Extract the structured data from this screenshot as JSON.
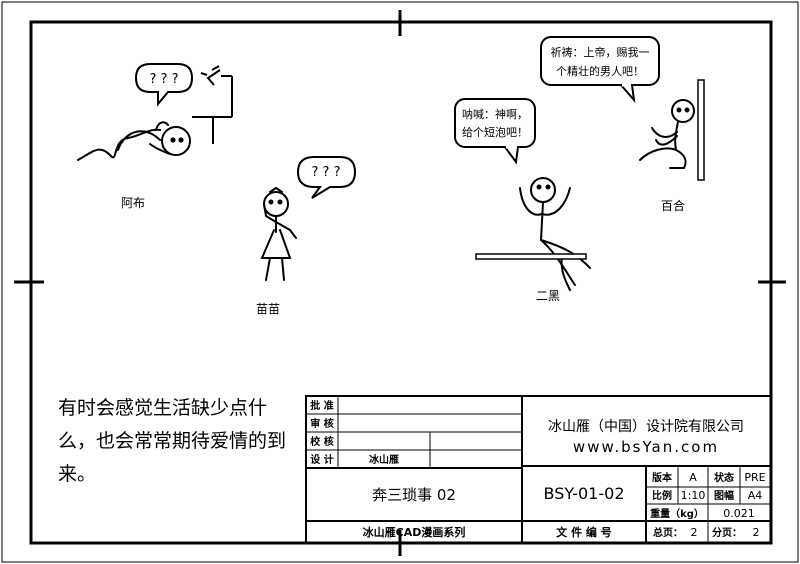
{
  "characters": {
    "abu": "阿布",
    "miaomiao": "苗苗",
    "erhei": "二黑",
    "baihe": "百合"
  },
  "bubbles": {
    "abu": "? ? ?",
    "miaomiao": "? ? ?",
    "erhei_line1": "呐喊：神啊，",
    "erhei_line2": "给个短泡吧！",
    "baihe_line1": "祈祷：上帝，赐我一",
    "baihe_line2": "个精壮的男人吧！"
  },
  "caption": {
    "line1": "有时会感觉生活缺少点什",
    "line2": "么，也会常常期待爱情的到",
    "line3": "来。"
  },
  "title_block": {
    "roles": [
      "批 准",
      "审 核",
      "校 核",
      "设 计"
    ],
    "designer": "冰山雁",
    "drawing_name": "奔三琐事 02",
    "series": "冰山雁CAD漫画系列",
    "company": "冰山雁（中国）设计院有限公司",
    "website": "www.bsYan.com",
    "drawing_no": "BSY-01-02",
    "file_no_label": "文 件 编 号",
    "version_label": "版本",
    "version_value": "A",
    "status_label": "状态",
    "status_value": "PRE",
    "scale_label": "比例",
    "scale_value": "1:10",
    "sheet_size_label": "图幅",
    "sheet_size_value": "A4",
    "weight_label": "重量（kg）",
    "weight_value": "0.021",
    "total_pages_label": "总页：",
    "total_pages_value": "2",
    "page_label": "分页：",
    "page_value": "2"
  }
}
